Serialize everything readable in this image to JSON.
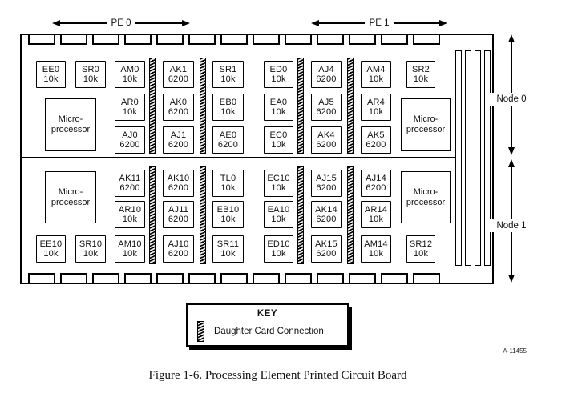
{
  "figure": {
    "caption": "Figure 1-6.  Processing Element Printed Circuit Board",
    "drawing_number": "A-11455"
  },
  "pe_labels": [
    "PE 0",
    "PE 1"
  ],
  "key": {
    "title": "KEY",
    "entries": [
      {
        "symbol": "daughter-card-hatch-swatch",
        "label": "Daughter Card Connection"
      }
    ]
  },
  "board": {
    "microprocessor_label": [
      "Micro-",
      "processor"
    ],
    "nodes": [
      {
        "label": "Node 0",
        "daughter_card_connections": 4,
        "microprocessors": 2,
        "chips": [
          {
            "ref": "EE0",
            "part": "10k",
            "col": 0,
            "row": 0
          },
          {
            "ref": "SR0",
            "part": "10k",
            "col": 1,
            "row": 0
          },
          {
            "ref": "AM0",
            "part": "10k",
            "col": 2,
            "row": 0
          },
          {
            "ref": "AK1",
            "part": "6200",
            "col": 3,
            "row": 0
          },
          {
            "ref": "SR1",
            "part": "10k",
            "col": 4,
            "row": 0
          },
          {
            "ref": "ED0",
            "part": "10k",
            "col": 5,
            "row": 0
          },
          {
            "ref": "AJ4",
            "part": "6200",
            "col": 6,
            "row": 0
          },
          {
            "ref": "AM4",
            "part": "10k",
            "col": 7,
            "row": 0
          },
          {
            "ref": "SR2",
            "part": "10k",
            "col": 8,
            "row": 0
          },
          {
            "ref": "AR0",
            "part": "10k",
            "col": 2,
            "row": 1
          },
          {
            "ref": "AK0",
            "part": "6200",
            "col": 3,
            "row": 1
          },
          {
            "ref": "EB0",
            "part": "10k",
            "col": 4,
            "row": 1
          },
          {
            "ref": "EA0",
            "part": "10k",
            "col": 5,
            "row": 1
          },
          {
            "ref": "AJ5",
            "part": "6200",
            "col": 6,
            "row": 1
          },
          {
            "ref": "AR4",
            "part": "10k",
            "col": 7,
            "row": 1
          },
          {
            "ref": "AJ0",
            "part": "6200",
            "col": 2,
            "row": 2
          },
          {
            "ref": "AJ1",
            "part": "6200",
            "col": 3,
            "row": 2
          },
          {
            "ref": "AE0",
            "part": "6200",
            "col": 4,
            "row": 2
          },
          {
            "ref": "EC0",
            "part": "10k",
            "col": 5,
            "row": 2
          },
          {
            "ref": "AK4",
            "part": "6200",
            "col": 6,
            "row": 2
          },
          {
            "ref": "AK5",
            "part": "6200",
            "col": 7,
            "row": 2
          }
        ]
      },
      {
        "label": "Node 1",
        "daughter_card_connections": 4,
        "microprocessors": 2,
        "chips": [
          {
            "ref": "AK11",
            "part": "6200",
            "col": 2,
            "row": 0
          },
          {
            "ref": "AK10",
            "part": "6200",
            "col": 3,
            "row": 0
          },
          {
            "ref": "TL0",
            "part": "10k",
            "col": 4,
            "row": 0
          },
          {
            "ref": "EC10",
            "part": "10k",
            "col": 5,
            "row": 0
          },
          {
            "ref": "AJ15",
            "part": "6200",
            "col": 6,
            "row": 0
          },
          {
            "ref": "AJ14",
            "part": "6200",
            "col": 7,
            "row": 0
          },
          {
            "ref": "AR10",
            "part": "10k",
            "col": 2,
            "row": 1
          },
          {
            "ref": "AJ11",
            "part": "6200",
            "col": 3,
            "row": 1
          },
          {
            "ref": "EB10",
            "part": "10k",
            "col": 4,
            "row": 1
          },
          {
            "ref": "EA10",
            "part": "10k",
            "col": 5,
            "row": 1
          },
          {
            "ref": "AK14",
            "part": "6200",
            "col": 6,
            "row": 1
          },
          {
            "ref": "AR14",
            "part": "10k",
            "col": 7,
            "row": 1
          },
          {
            "ref": "EE10",
            "part": "10k",
            "col": 0,
            "row": 2
          },
          {
            "ref": "SR10",
            "part": "10k",
            "col": 1,
            "row": 2
          },
          {
            "ref": "AM10",
            "part": "10k",
            "col": 2,
            "row": 2
          },
          {
            "ref": "AJ10",
            "part": "6200",
            "col": 3,
            "row": 2
          },
          {
            "ref": "SR11",
            "part": "10k",
            "col": 4,
            "row": 2
          },
          {
            "ref": "ED10",
            "part": "10k",
            "col": 5,
            "row": 2
          },
          {
            "ref": "AK15",
            "part": "6200",
            "col": 6,
            "row": 2
          },
          {
            "ref": "AM14",
            "part": "10k",
            "col": 7,
            "row": 2
          },
          {
            "ref": "SR12",
            "part": "10k",
            "col": 8,
            "row": 2
          }
        ]
      }
    ]
  }
}
